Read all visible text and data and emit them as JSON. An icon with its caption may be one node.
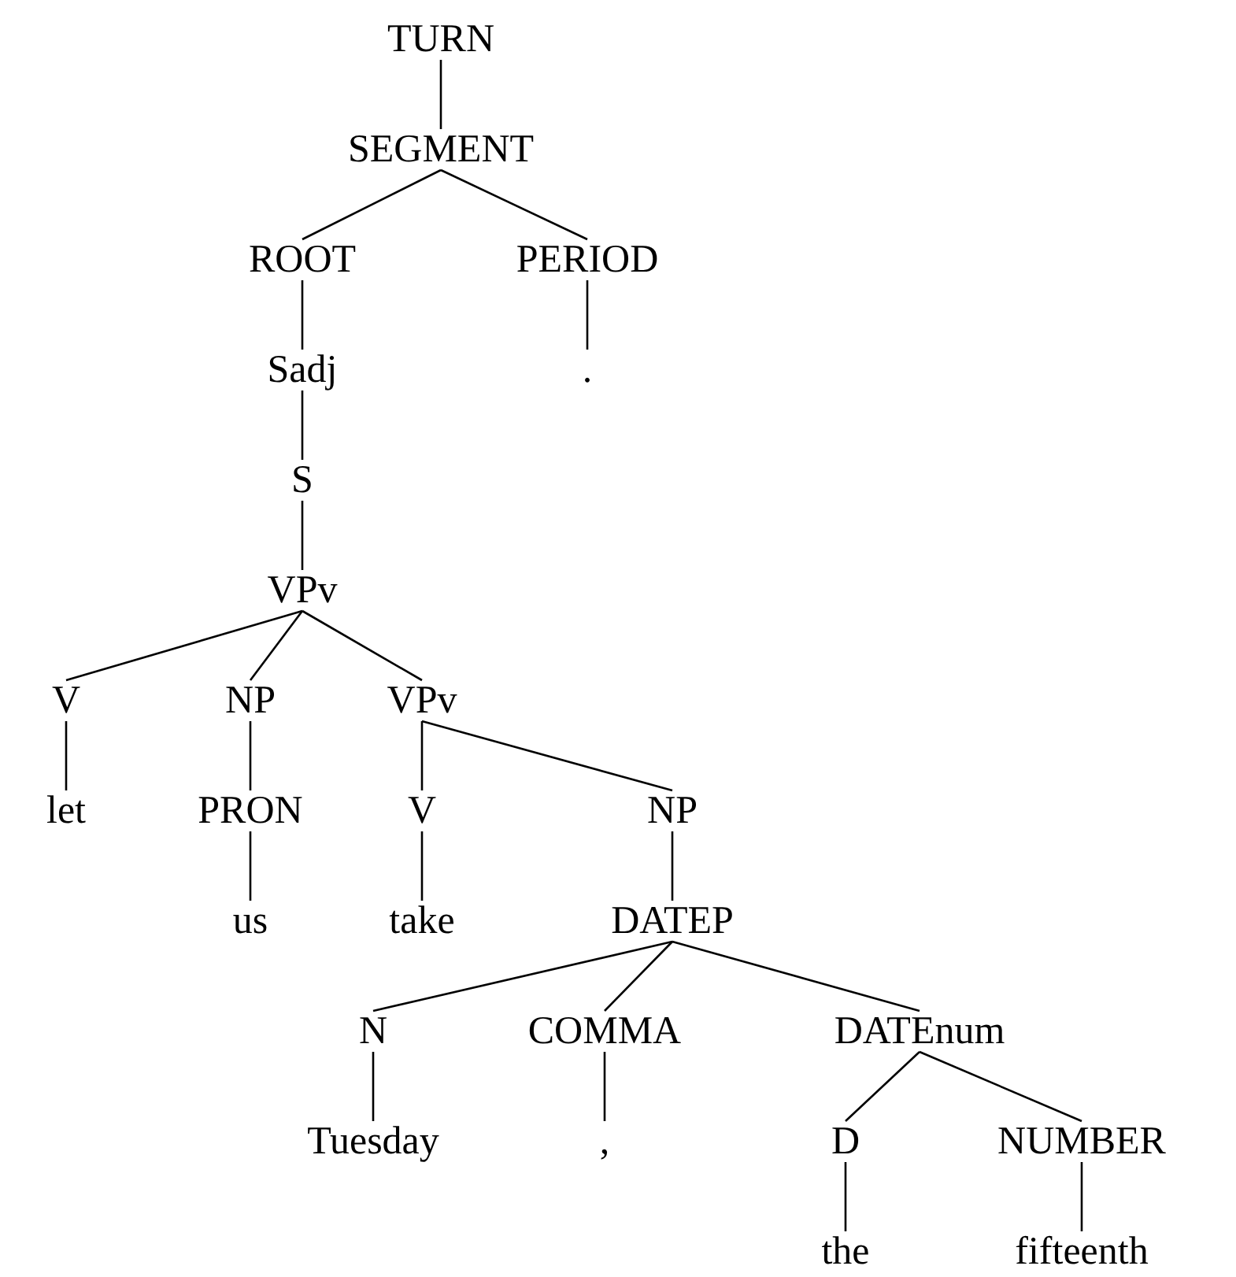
{
  "diagram": {
    "nodes": [
      {
        "text": [
          "TURN"
        ]
      },
      {
        "text": [
          "SEGMENT"
        ]
      },
      {
        "text": [
          "ROOT"
        ]
      },
      {
        "text": [
          "PERIOD"
        ]
      },
      {
        "text": [
          "Sadj"
        ]
      },
      {
        "text": [
          "."
        ]
      },
      {
        "text": [
          "S"
        ]
      },
      {
        "text": [
          "VPv"
        ]
      },
      {
        "text": [
          "V"
        ]
      },
      {
        "text": [
          "NP"
        ]
      },
      {
        "text": [
          "VPv"
        ]
      },
      {
        "text": [
          "let"
        ]
      },
      {
        "text": [
          "PRON"
        ]
      },
      {
        "text": [
          "V"
        ]
      },
      {
        "text": [
          "NP"
        ]
      },
      {
        "text": [
          "us"
        ]
      },
      {
        "text": [
          "take"
        ]
      },
      {
        "text": [
          "DATEP"
        ]
      },
      {
        "text": [
          "N"
        ]
      },
      {
        "text": [
          "COMMA"
        ]
      },
      {
        "text": [
          "DATEnum"
        ]
      },
      {
        "text": [
          "Tuesday"
        ]
      },
      {
        "text": [
          ","
        ]
      },
      {
        "text": [
          "D"
        ]
      },
      {
        "text": [
          "NUMBER"
        ]
      },
      {
        "text": [
          "the"
        ]
      },
      {
        "text": [
          "fifteenth"
        ]
      }
    ],
    "edges": [
      {
        "from": 0,
        "to": 1,
        "arrow": "none"
      },
      {
        "from": 1,
        "to": 2,
        "arrow": "none"
      },
      {
        "from": 1,
        "to": 3,
        "arrow": "none"
      },
      {
        "from": 2,
        "to": 4,
        "arrow": "none"
      },
      {
        "from": 3,
        "to": 5,
        "arrow": "none"
      },
      {
        "from": 4,
        "to": 6,
        "arrow": "none"
      },
      {
        "from": 6,
        "to": 7,
        "arrow": "none"
      },
      {
        "from": 7,
        "to": 8,
        "arrow": "none"
      },
      {
        "from": 7,
        "to": 9,
        "arrow": "none"
      },
      {
        "from": 7,
        "to": 10,
        "arrow": "none"
      },
      {
        "from": 8,
        "to": 11,
        "arrow": "none"
      },
      {
        "from": 9,
        "to": 12,
        "arrow": "none"
      },
      {
        "from": 10,
        "to": 13,
        "arrow": "none"
      },
      {
        "from": 10,
        "to": 14,
        "arrow": "none"
      },
      {
        "from": 12,
        "to": 15,
        "arrow": "none"
      },
      {
        "from": 13,
        "to": 16,
        "arrow": "none"
      },
      {
        "from": 14,
        "to": 17,
        "arrow": "none"
      },
      {
        "from": 17,
        "to": 18,
        "arrow": "none"
      },
      {
        "from": 17,
        "to": 19,
        "arrow": "none"
      },
      {
        "from": 17,
        "to": 20,
        "arrow": "none"
      },
      {
        "from": 18,
        "to": 21,
        "arrow": "none"
      },
      {
        "from": 19,
        "to": 22,
        "arrow": "none"
      },
      {
        "from": 20,
        "to": 23,
        "arrow": "none"
      },
      {
        "from": 20,
        "to": 24,
        "arrow": "none"
      },
      {
        "from": 23,
        "to": 25,
        "arrow": "none"
      },
      {
        "from": 24,
        "to": 26,
        "arrow": "none"
      }
    ]
  }
}
